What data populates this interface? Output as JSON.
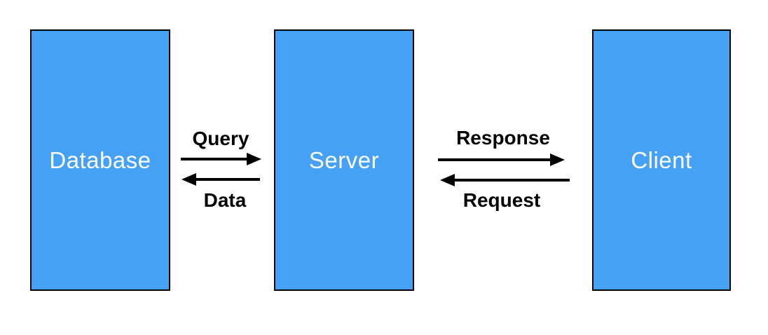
{
  "diagram": {
    "nodes": [
      {
        "id": "database",
        "label": "Database"
      },
      {
        "id": "server",
        "label": "Server"
      },
      {
        "id": "client",
        "label": "Client"
      }
    ],
    "edges": [
      {
        "from": "database",
        "to": "server",
        "label": "Query",
        "direction": "right"
      },
      {
        "from": "server",
        "to": "database",
        "label": "Data",
        "direction": "left"
      },
      {
        "from": "server",
        "to": "client",
        "label": "Response",
        "direction": "right"
      },
      {
        "from": "client",
        "to": "server",
        "label": "Request",
        "direction": "left"
      }
    ],
    "colors": {
      "background": "#FFFFFF",
      "node_fill": "#45A1F5",
      "node_border": "#000000",
      "node_text": "#FFFFFF",
      "arrow": "#000000",
      "edge_text": "#000000"
    }
  }
}
